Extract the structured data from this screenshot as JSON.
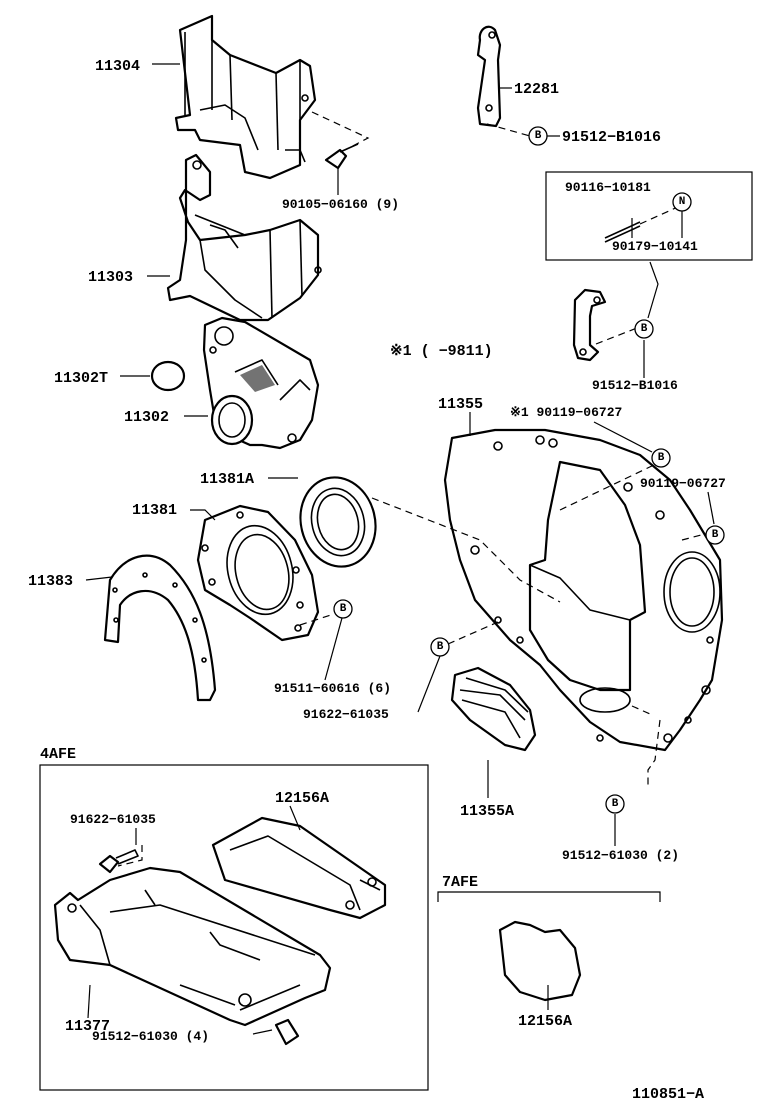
{
  "labels": {
    "l11304": "11304",
    "l12281": "12281",
    "l91512_b1016_top": "91512−B1016",
    "l90105": "90105−06160 (9)",
    "l90116": "90116−10181",
    "l90179": "90179−10141",
    "l11303": "11303",
    "l91512_b1016_mid": "91512−B1016",
    "l_note1": "※1  (      −9811)",
    "l11302t": "11302T",
    "l11302": "11302",
    "l11355": "11355",
    "l_note2": "※1 90119−06727",
    "l90119": "90119−06727",
    "l11381a": "11381A",
    "l11381": "11381",
    "l11383": "11383",
    "l91511": "91511−60616 (6)",
    "l91622_main": "91622−61035",
    "l11355a": "11355A",
    "l91512_61030_2": "91512−61030 (2)",
    "l4afe": "4AFE",
    "l12156a_box": "12156A",
    "l91622_box": "91622−61035",
    "l11377": "11377",
    "l91512_61030_4": "91512−61030 (4)",
    "l7afe": "7AFE",
    "l12156a_7afe": "12156A",
    "l110851a": "110851−A"
  },
  "badges": {
    "b": "B",
    "n": "N"
  }
}
